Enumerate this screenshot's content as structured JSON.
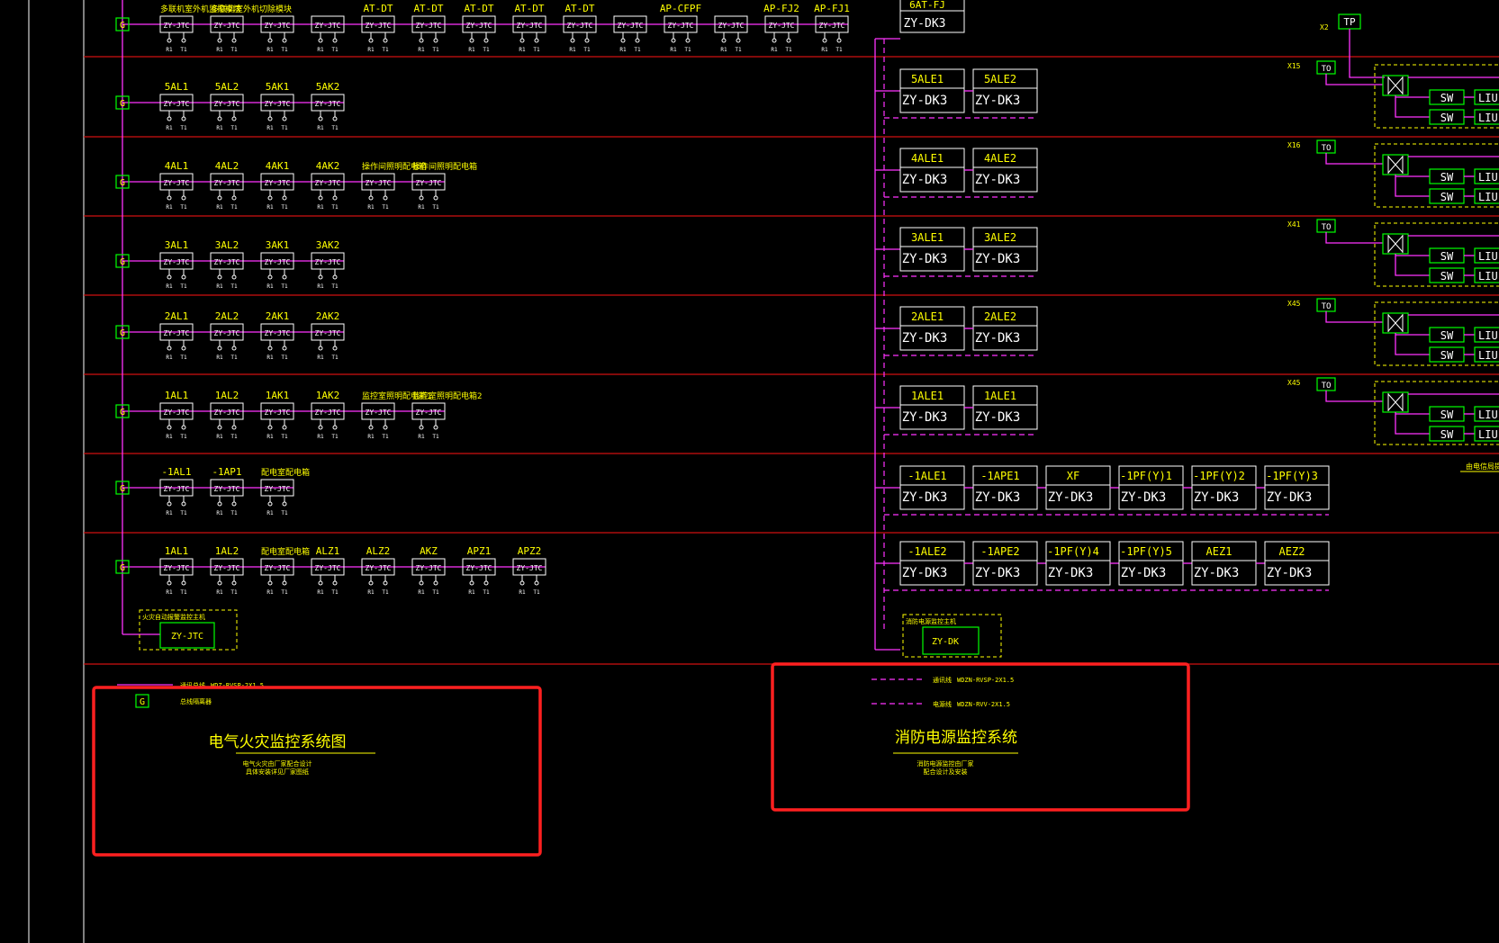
{
  "colors": {
    "background": "#000000",
    "text": "#ffff00",
    "wire": "#ff33ff",
    "box": "#00ff00",
    "divider": "#d01010",
    "highlight": "#ff2020"
  },
  "left_system": {
    "module_label": "ZY-JTC",
    "terminal_labels": [
      "R1",
      "T1"
    ],
    "g_label": "G",
    "rows": [
      {
        "devices": [
          "多联机室外机监控模块",
          "多联机室外机切除模块",
          "",
          "",
          "AT-DT",
          "AT-DT",
          "AT-DT",
          "AT-DT",
          "AT-DT",
          "",
          "AP-CFPF",
          "",
          "AP-FJ2",
          "AP-FJ1"
        ]
      },
      {
        "devices": [
          "5AL1",
          "5AL2",
          "5AK1",
          "5AK2"
        ]
      },
      {
        "devices": [
          "4AL1",
          "4AL2",
          "4AK1",
          "4AK2",
          "操作间照明配电箱",
          "操作间照明配电箱"
        ]
      },
      {
        "devices": [
          "3AL1",
          "3AL2",
          "3AK1",
          "3AK2"
        ]
      },
      {
        "devices": [
          "2AL1",
          "2AL2",
          "2AK1",
          "2AK2"
        ]
      },
      {
        "devices": [
          "1AL1",
          "1AL2",
          "1AK1",
          "1AK2",
          "监控室照明配电箱1",
          "监控室照明配电箱2"
        ]
      },
      {
        "devices": [
          "-1AL1",
          "-1AP1",
          "配电室配电箱"
        ]
      },
      {
        "devices": [
          "1AL1",
          "1AL2",
          "配电室配电箱",
          "ALZ1",
          "ALZ2",
          "AKZ",
          "APZ1",
          "APZ2"
        ]
      }
    ],
    "host_title": "火灾自动报警监控主机",
    "host_module": "ZY-JTC",
    "legend": [
      {
        "label": "通讯总线",
        "cable": "WDZ-RVSP-2X1.5"
      },
      {
        "label": "总线隔离器",
        "icon": "G"
      }
    ],
    "title": "电气火灾监控系统图",
    "notes": [
      "电气火灾由厂家配合设计",
      "具体安装详见厂家图纸"
    ]
  },
  "right_system": {
    "module_label": "ZY-DK3",
    "top_partial": "6AT-FJ",
    "rows": [
      {
        "devices": [
          "5ALE1",
          "5ALE2"
        ]
      },
      {
        "devices": [
          "4ALE1",
          "4ALE2"
        ]
      },
      {
        "devices": [
          "3ALE1",
          "3ALE2"
        ]
      },
      {
        "devices": [
          "2ALE1",
          "2ALE2"
        ]
      },
      {
        "devices": [
          "1ALE1",
          "1ALE1"
        ]
      },
      {
        "devices": [
          "-1ALE1",
          "-1APE1",
          "XF",
          "-1PF(Y)1",
          "-1PF(Y)2",
          "-1PF(Y)3"
        ]
      },
      {
        "devices": [
          "-1ALE2",
          "-1APE2",
          "-1PF(Y)4",
          "-1PF(Y)5",
          "AEZ1",
          "AEZ2"
        ]
      }
    ],
    "host_title": "消防电源监控主机",
    "host_module": "ZY-DK",
    "legend": [
      {
        "label": "通讯线",
        "cable": "WDZN-RVSP-2X1.5"
      },
      {
        "label": "电源线",
        "cable": "WDZN-RVV-2X1.5"
      }
    ],
    "title": "消防电源监控系统",
    "notes": [
      "消防电源监控由厂家",
      "配合设计及安装"
    ]
  },
  "network": {
    "tp_label": "TP",
    "x2_label": "X2",
    "to_label": "TO",
    "switch_label": "SW",
    "liu_label": "LIU",
    "rows": [
      {
        "x": "X15"
      },
      {
        "x": "X16"
      },
      {
        "x": "X41"
      },
      {
        "x": "X45"
      },
      {
        "x": "X45"
      }
    ],
    "side_note": "由电信局提供"
  }
}
